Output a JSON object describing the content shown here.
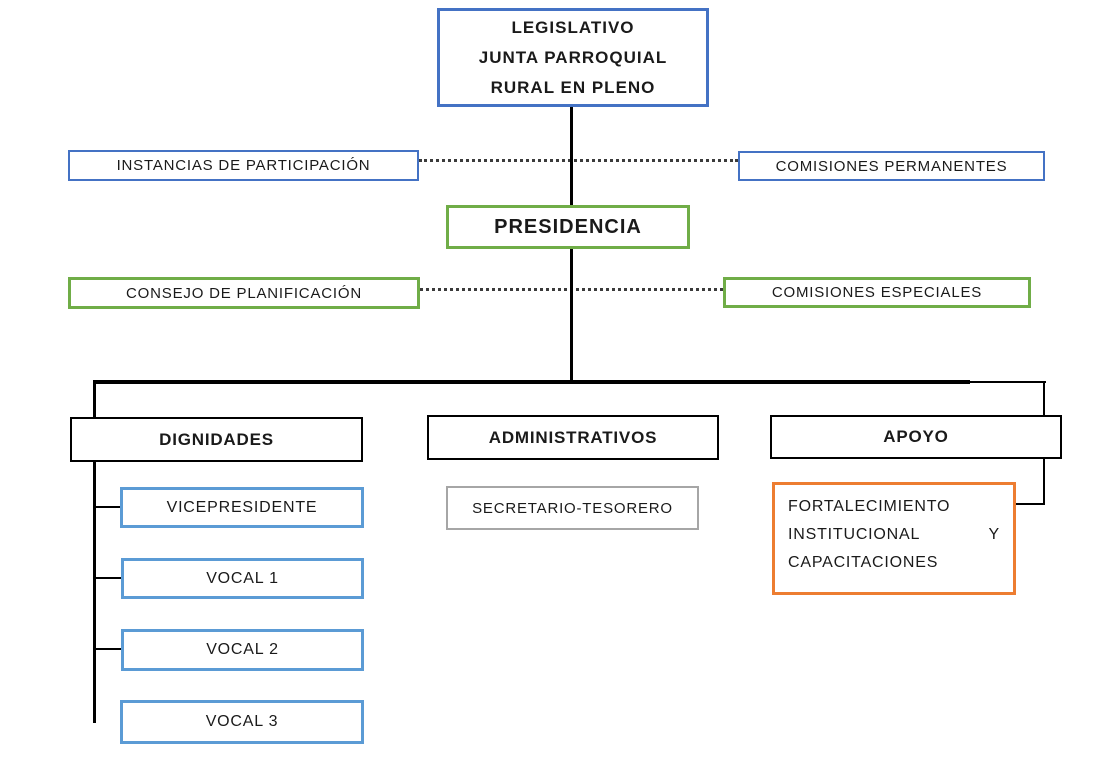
{
  "colors": {
    "blue": "#4472C4",
    "light_blue": "#5B9BD5",
    "green": "#70AD47",
    "orange": "#ED7D31",
    "gray": "#A6A6A6",
    "line_black": "#000000"
  },
  "nodes": {
    "legislativo": {
      "lines": [
        "LEGISLATIVO",
        "JUNTA PARROQUIAL",
        "RURAL EN PLENO"
      ],
      "border_color": "#4472C4"
    },
    "instancias_participacion": {
      "label": "INSTANCIAS DE PARTICIPACIÓN",
      "border_color": "#4472C4"
    },
    "comisiones_permanentes": {
      "label": "COMISIONES PERMANENTES",
      "border_color": "#4472C4"
    },
    "presidencia": {
      "label": "PRESIDENCIA",
      "border_color": "#70AD47"
    },
    "consejo_planificacion": {
      "label": "CONSEJO DE PLANIFICACIÓN",
      "border_color": "#70AD47"
    },
    "comisiones_especiales": {
      "label": "COMISIONES ESPECIALES",
      "border_color": "#70AD47"
    },
    "dignidades": {
      "label": "DIGNIDADES",
      "border_color": "#000000"
    },
    "administrativos": {
      "label": "ADMINISTRATIVOS",
      "border_color": "#000000"
    },
    "apoyo": {
      "label": "APOYO",
      "border_color": "#000000"
    },
    "vicepresidente": {
      "label": "VICEPRESIDENTE",
      "border_color": "#5B9BD5"
    },
    "vocal_1": {
      "label": "VOCAL 1",
      "border_color": "#5B9BD5"
    },
    "vocal_2": {
      "label": "VOCAL 2",
      "border_color": "#5B9BD5"
    },
    "vocal_3": {
      "label": "VOCAL 3",
      "border_color": "#5B9BD5"
    },
    "secretario_tesorero": {
      "label": "SECRETARIO-TESORERO",
      "border_color": "#A6A6A6"
    },
    "fortalecimiento": {
      "label": "FORTALECIMIENTO INSTITUCIONAL Y CAPACITACIONES",
      "border_color": "#ED7D31"
    }
  },
  "edges": [
    {
      "from": "legislativo",
      "to": "presidencia",
      "style": "solid"
    },
    {
      "from": "instancias_participacion",
      "to": "comisiones_permanentes",
      "style": "dotted"
    },
    {
      "from": "consejo_planificacion",
      "to": "comisiones_especiales",
      "style": "dotted"
    },
    {
      "from": "presidencia",
      "to": "dignidades",
      "style": "solid"
    },
    {
      "from": "presidencia",
      "to": "administrativos",
      "style": "solid"
    },
    {
      "from": "presidencia",
      "to": "apoyo",
      "style": "solid"
    },
    {
      "from": "dignidades",
      "to": "vicepresidente",
      "style": "solid"
    },
    {
      "from": "dignidades",
      "to": "vocal_1",
      "style": "solid"
    },
    {
      "from": "dignidades",
      "to": "vocal_2",
      "style": "solid"
    },
    {
      "from": "dignidades",
      "to": "vocal_3",
      "style": "solid"
    },
    {
      "from": "apoyo",
      "to": "fortalecimiento",
      "style": "solid"
    }
  ]
}
